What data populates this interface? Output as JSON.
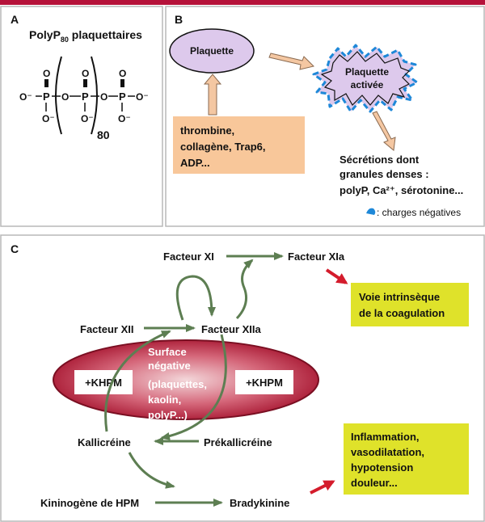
{
  "panel_a": {
    "letter": "A",
    "title_main": "PolyP",
    "title_sub": "80",
    "title_rest": " plaquettaires",
    "formula": {
      "o_dbl": "O",
      "o_minus": "O⁻",
      "p": "P",
      "o": "O",
      "repeat": "80"
    }
  },
  "panel_b": {
    "letter": "B",
    "plaquette": "Plaquette",
    "activated_line1": "Plaquette",
    "activated_line2": "activée",
    "stimuli": [
      "thrombine,",
      "collagène, Trap6,",
      "ADP..."
    ],
    "secretions": [
      "Sécrétions dont",
      "granules denses :",
      "polyP, Ca²⁺, sérotonine..."
    ],
    "legend": ": charges négatives"
  },
  "panel_c": {
    "letter": "C",
    "facteur_xi": "Facteur XI",
    "facteur_xia": "Facteur XIa",
    "facteur_xii": "Facteur XII",
    "facteur_xiia": "Facteur XIIa",
    "voie": [
      "Voie intrinsèque",
      "de la coagulation"
    ],
    "surface": [
      "Surface",
      "négative",
      "(plaquettes,",
      "kaolin,",
      "polyP...)"
    ],
    "khpm_left": "+KHPM",
    "khpm_right": "+KHPM",
    "kallicreine": "Kallicréine",
    "prekallicreine": "Prékallicréine",
    "kininogene": "Kininogène de HPM",
    "bradykinine": "Bradykinine",
    "inflammation": [
      "Inflammation,",
      "vasodilatation,",
      "hypotension",
      "douleur..."
    ]
  },
  "colors": {
    "top_rule": "#b5123a",
    "panel_border": "#b8b8b8",
    "plaquette_fill": "#ddc9ec",
    "stimuli_fill": "#f8c79a",
    "arrow_peach": "#f4c7a2",
    "arrow_green": "#5d7e52",
    "arrow_red": "#d41c2c",
    "yellow_box": "#dfe22a",
    "ellipse_red": "#b51f37",
    "dash_blue": "#1e88d8"
  }
}
